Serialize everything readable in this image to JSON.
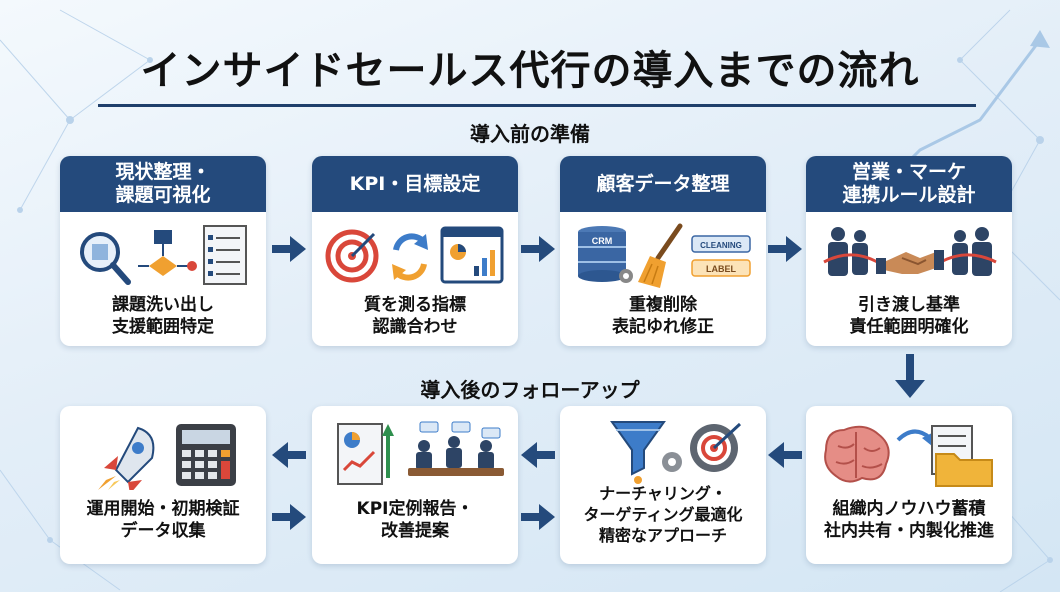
{
  "title": "インサイドセールス代行の導入までの流れ",
  "sections": {
    "before": "導入前の準備",
    "after": "導入後のフォローアップ"
  },
  "cards": [
    {
      "id": "current-state",
      "header": [
        "現状整理・",
        "課題可視化"
      ],
      "body": [
        "課題洗い出し",
        "支援範囲特定"
      ]
    },
    {
      "id": "kpi-goal",
      "header": [
        "KPI・目標設定"
      ],
      "body": [
        "質を測る指標",
        "認識合わせ"
      ]
    },
    {
      "id": "customer-data",
      "header": [
        "顧客データ整理"
      ],
      "body": [
        "重複削除",
        "表記ゆれ修正"
      ],
      "icon_tags": [
        "CRM",
        "CLEANING",
        "LABEL"
      ]
    },
    {
      "id": "sales-marketing",
      "header": [
        "営業・マーケ",
        "連携ルール設計"
      ],
      "body": [
        "引き渡し基準",
        "責任範囲明確化"
      ]
    },
    {
      "id": "knowledge",
      "body": [
        "組織内ノウハウ蓄積",
        "社内共有・内製化推進"
      ]
    },
    {
      "id": "nurturing",
      "body": [
        "ナーチャリング・",
        "ターゲティング最適化",
        "精密なアプローチ"
      ]
    },
    {
      "id": "kpi-report",
      "body": [
        "KPI定例報告・",
        "改善提案"
      ]
    },
    {
      "id": "operation-start",
      "body": [
        "運用開始・初期検証",
        "データ収集"
      ]
    }
  ],
  "colors": {
    "header_bg": "#244a7c",
    "arrow": "#244a7c",
    "accent_red": "#d9473a",
    "accent_orange": "#f0a030"
  }
}
